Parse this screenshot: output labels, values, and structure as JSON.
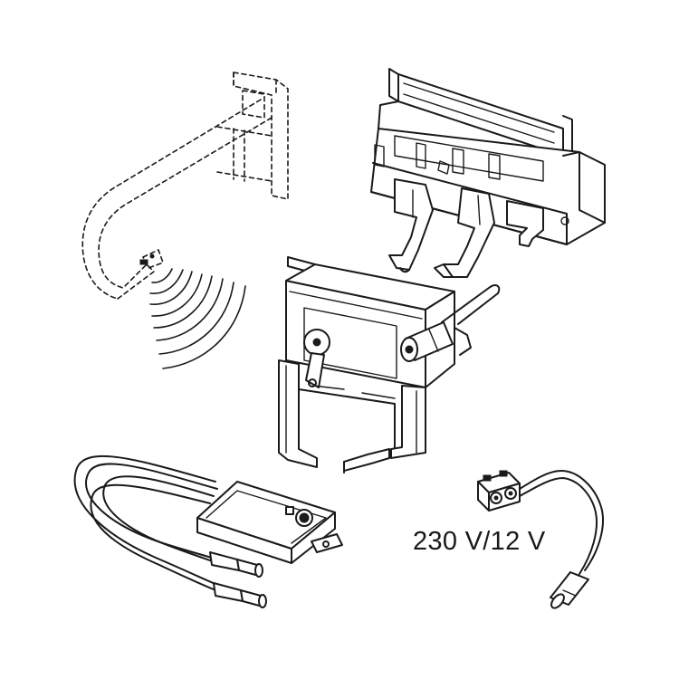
{
  "diagram": {
    "voltage_label": "230 V/12 V",
    "components": [
      "grab-bar-outline-dashed",
      "sensor-signal-waves",
      "flush-valve-actuator",
      "solenoid-mechanism",
      "electronics-module",
      "terminal-connector-cable"
    ]
  }
}
